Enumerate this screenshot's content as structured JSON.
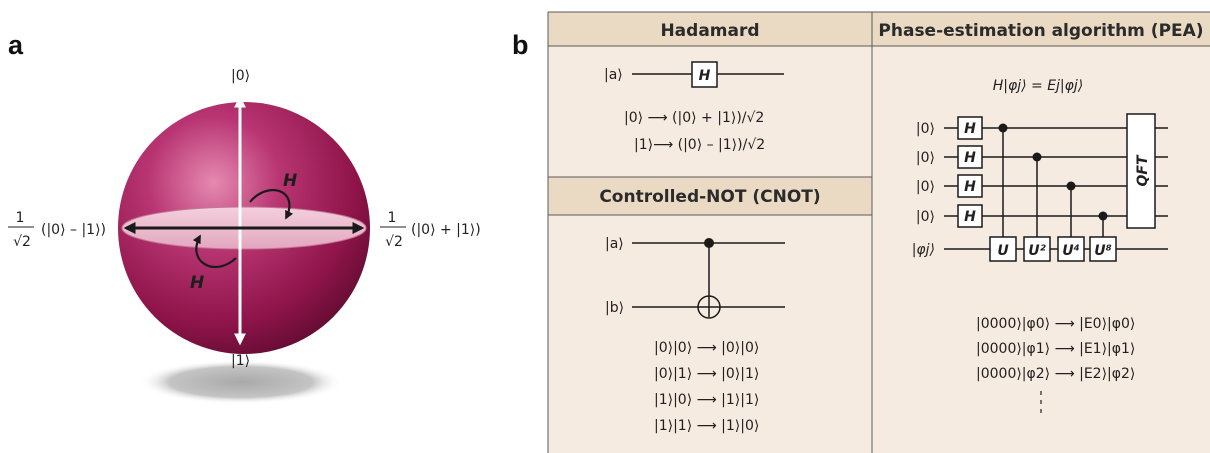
{
  "panel_a": {
    "letter": "a",
    "top_state": "|0⟩",
    "bottom_state": "|1⟩",
    "left_state": "(|0⟩ – |1⟩)",
    "right_state": "(|0⟩ + |1⟩)",
    "frac_num": "1",
    "frac_den": "√2",
    "upper_arrow_label": "H",
    "lower_arrow_label": "H",
    "colors": {
      "sphere": "#9c1b55",
      "disc": "#e8b2c6",
      "shadow": "#b8b8b8"
    }
  },
  "panel_b": {
    "letter": "b",
    "colors": {
      "header_bg": "#ead9c3",
      "body_bg": "#f5ebe0",
      "border": "#5a5a5a"
    },
    "hadamard": {
      "title": "Hadamard",
      "input": "|a⟩",
      "gate": "H",
      "rules": [
        "|0⟩ ⟶ (|0⟩ + |1⟩)/√2",
        "|1⟩⟶ (|0⟩ – |1⟩)/√2"
      ]
    },
    "cnot": {
      "title": "Controlled-NOT (CNOT)",
      "control": "|a⟩",
      "target": "|b⟩",
      "rules": [
        "|0⟩|0⟩ ⟶ |0⟩|0⟩",
        "|0⟩|1⟩ ⟶ |0⟩|1⟩",
        "|1⟩|0⟩ ⟶ |1⟩|1⟩",
        "|1⟩|1⟩ ⟶ |1⟩|0⟩"
      ]
    },
    "pea": {
      "title": "Phase-estimation algorithm (PEA)",
      "equation": "H|φj⟩ = Ej|φj⟩",
      "inputs": [
        "|0⟩",
        "|0⟩",
        "|0⟩",
        "|0⟩",
        "|φj⟩"
      ],
      "h_gate": "H",
      "u_gates": [
        "U",
        "U²",
        "U⁴",
        "U⁸"
      ],
      "qft": "QFT",
      "results": [
        "|0000⟩|φ0⟩ ⟶ |E0⟩|φ0⟩",
        "|0000⟩|φ1⟩ ⟶ |E1⟩|φ1⟩",
        "|0000⟩|φ2⟩ ⟶ |E2⟩|φ2⟩"
      ]
    }
  }
}
